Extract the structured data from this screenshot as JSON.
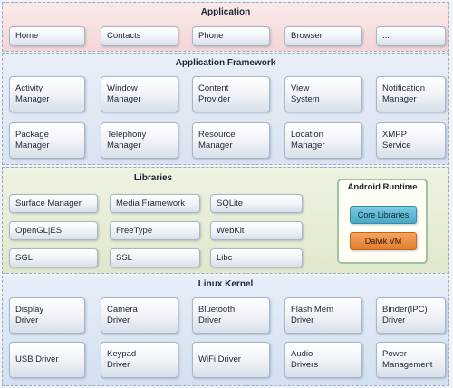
{
  "application": {
    "title": "Application",
    "items": [
      "Home",
      "Contacts",
      "Phone",
      "Browser",
      "..."
    ]
  },
  "framework": {
    "title": "Application Framework",
    "items": [
      "Activity\nManager",
      "Window\nManager",
      "Content\nProvider",
      "View\nSystem",
      "Notification\nManager",
      "Package\nManager",
      "Telephony\nManager",
      "Resource\nManager",
      "Location\nManager",
      "XMPP\nService"
    ]
  },
  "libraries": {
    "title": "Libraries",
    "items": [
      "Surface Manager",
      "Media Framework",
      "SQLite",
      "OpenGL|ES",
      "FreeType",
      "WebKit",
      "SGL",
      "SSL",
      "Libc"
    ]
  },
  "runtime": {
    "title": "Android Runtime",
    "core": "Core Libraries",
    "dalvik": "Dalvik VM"
  },
  "kernel": {
    "title": "Linux Kernel",
    "items": [
      "Display\nDriver",
      "Camera\nDriver",
      "Bluetooth\nDriver",
      "Flash Mem\nDriver",
      "Binder(IPC)\nDriver",
      "USB Driver",
      "Keypad\nDriver",
      "WiFi Driver",
      "Audio\nDrivers",
      "Power\nManagement"
    ]
  },
  "colors": {
    "application_band": "#f3d6d6",
    "framework_band": "#d9e3f1",
    "libraries_band": "#dfe8cc",
    "kernel_band": "#d3e0f0",
    "core_libraries": "#4aa9c7",
    "dalvik_vm": "#e47d2e"
  }
}
